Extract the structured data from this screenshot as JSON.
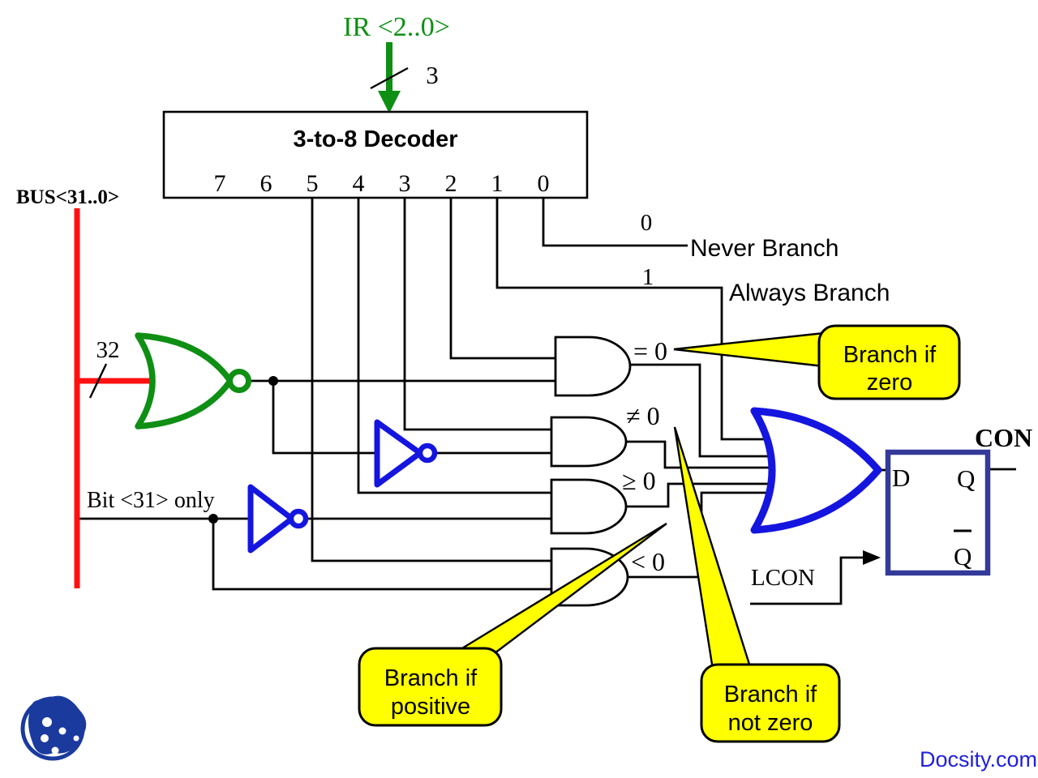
{
  "colors": {
    "green": "#0f8f14",
    "red": "#ff1111",
    "blue": "#1515e0",
    "navy": "#343a99",
    "yellow": "#ffff00",
    "brand_blue": "#2020dd",
    "logo_blue": "#1a3a9e"
  },
  "ir": {
    "label": "IR <2..0>",
    "width": "3"
  },
  "decoder": {
    "title": "3-to-8 Decoder",
    "outputs": [
      "7",
      "6",
      "5",
      "4",
      "3",
      "2",
      "1",
      "0"
    ]
  },
  "bus": {
    "label": "BUS<31..0>",
    "width": "32",
    "bit31": "Bit <31> only"
  },
  "branches": {
    "never": {
      "bit": "0",
      "label": "Never Branch"
    },
    "always": {
      "bit": "1",
      "label": "Always Branch"
    }
  },
  "conditions": {
    "eq": "= 0",
    "ne": "≠ 0",
    "ge": "≥ 0",
    "lt": "< 0"
  },
  "callouts": {
    "zero": {
      "line1": "Branch if",
      "line2": "zero"
    },
    "positive": {
      "line1": "Branch if",
      "line2": "positive"
    },
    "not_zero": {
      "line1": "Branch if",
      "line2": "not zero"
    }
  },
  "flipflop": {
    "d": "D",
    "q": "Q",
    "qbar": "Q",
    "con": "CON",
    "lcon": "LCON"
  },
  "brand": "Docsity.com"
}
